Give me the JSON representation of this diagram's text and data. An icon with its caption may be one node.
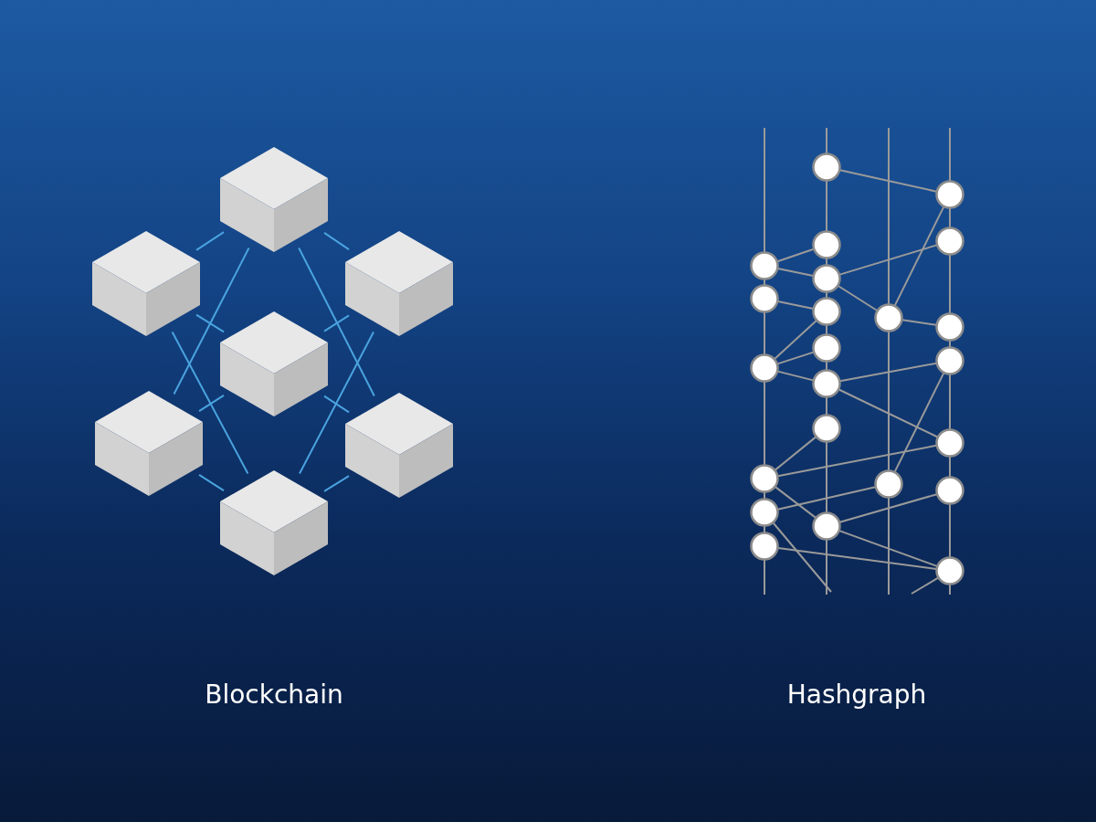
{
  "diagram": {
    "nodes": [
      {
        "text": [],
        "shape": "cube"
      },
      {
        "text": [],
        "shape": "cube"
      },
      {
        "text": [],
        "shape": "cube"
      },
      {
        "text": [],
        "shape": "cube"
      },
      {
        "text": [],
        "shape": "cube"
      },
      {
        "text": [],
        "shape": "cube"
      },
      {
        "text": [],
        "shape": "cube"
      },
      {
        "text": [],
        "shape": "circle"
      },
      {
        "text": [],
        "shape": "circle"
      },
      {
        "text": [],
        "shape": "circle"
      },
      {
        "text": [],
        "shape": "circle"
      },
      {
        "text": [],
        "shape": "circle"
      },
      {
        "text": [],
        "shape": "circle"
      },
      {
        "text": [],
        "shape": "circle"
      },
      {
        "text": [],
        "shape": "circle"
      },
      {
        "text": [],
        "shape": "circle"
      },
      {
        "text": [],
        "shape": "circle"
      },
      {
        "text": [],
        "shape": "circle"
      },
      {
        "text": [],
        "shape": "circle"
      },
      {
        "text": [],
        "shape": "circle"
      },
      {
        "text": [],
        "shape": "circle"
      },
      {
        "text": [],
        "shape": "circle"
      },
      {
        "text": [],
        "shape": "circle"
      },
      {
        "text": [],
        "shape": "circle"
      },
      {
        "text": [],
        "shape": "circle"
      },
      {
        "text": [],
        "shape": "circle"
      },
      {
        "text": [],
        "shape": "circle"
      },
      {
        "text": [],
        "shape": "circle"
      },
      {
        "text": [],
        "shape": "circle"
      },
      {
        "text": [],
        "shape": "circle"
      }
    ],
    "edges": [
      {
        "from": 0,
        "to": 1,
        "arrow": "none",
        "color": "#4aa3df"
      },
      {
        "from": 0,
        "to": 2,
        "arrow": "none",
        "color": "#4aa3df"
      },
      {
        "from": 0,
        "to": 4,
        "arrow": "none",
        "color": "#4aa3df"
      },
      {
        "from": 0,
        "to": 5,
        "arrow": "none",
        "color": "#4aa3df"
      },
      {
        "from": 1,
        "to": 3,
        "arrow": "none",
        "color": "#4aa3df"
      },
      {
        "from": 1,
        "to": 6,
        "arrow": "none",
        "color": "#4aa3df"
      },
      {
        "from": 2,
        "to": 3,
        "arrow": "none",
        "color": "#4aa3df"
      },
      {
        "from": 2,
        "to": 6,
        "arrow": "none",
        "color": "#4aa3df"
      },
      {
        "from": 3,
        "to": 4,
        "arrow": "none",
        "color": "#4aa3df"
      },
      {
        "from": 3,
        "to": 5,
        "arrow": "none",
        "color": "#4aa3df"
      },
      {
        "from": 4,
        "to": 6,
        "arrow": "none",
        "color": "#4aa3df"
      },
      {
        "from": 5,
        "to": 6,
        "arrow": "none",
        "color": "#4aa3df"
      },
      {
        "from": 13,
        "to": 23,
        "arrow": "none"
      },
      {
        "from": 7,
        "to": 14,
        "arrow": "none"
      },
      {
        "from": 7,
        "to": 15,
        "arrow": "none"
      },
      {
        "from": 15,
        "to": 24,
        "arrow": "none"
      },
      {
        "from": 15,
        "to": 21,
        "arrow": "none"
      },
      {
        "from": 8,
        "to": 16,
        "arrow": "none"
      },
      {
        "from": 21,
        "to": 23,
        "arrow": "none"
      },
      {
        "from": 21,
        "to": 25,
        "arrow": "none"
      },
      {
        "from": 9,
        "to": 16,
        "arrow": "none"
      },
      {
        "from": 9,
        "to": 17,
        "arrow": "none"
      },
      {
        "from": 9,
        "to": 18,
        "arrow": "none"
      },
      {
        "from": 18,
        "to": 26,
        "arrow": "none"
      },
      {
        "from": 18,
        "to": 27,
        "arrow": "none"
      },
      {
        "from": 19,
        "to": 10,
        "arrow": "none"
      },
      {
        "from": 10,
        "to": 27,
        "arrow": "none"
      },
      {
        "from": 22,
        "to": 26,
        "arrow": "none"
      },
      {
        "from": 11,
        "to": 22,
        "arrow": "none"
      },
      {
        "from": 10,
        "to": 20,
        "arrow": "none"
      },
      {
        "from": 20,
        "to": 28,
        "arrow": "none"
      },
      {
        "from": 20,
        "to": 29,
        "arrow": "none"
      },
      {
        "from": 12,
        "to": 29,
        "arrow": "none"
      },
      {
        "from": 11,
        "to": null,
        "arrow": "none"
      },
      {
        "from": 29,
        "to": null,
        "arrow": "none"
      },
      {
        "from": 7,
        "to": 8,
        "arrow": "none"
      },
      {
        "from": 8,
        "to": 9,
        "arrow": "none"
      },
      {
        "from": 9,
        "to": 10,
        "arrow": "none"
      },
      {
        "from": 10,
        "to": 11,
        "arrow": "none"
      },
      {
        "from": 11,
        "to": 12,
        "arrow": "none"
      },
      {
        "from": 13,
        "to": 14,
        "arrow": "none"
      },
      {
        "from": 14,
        "to": 15,
        "arrow": "none"
      },
      {
        "from": 15,
        "to": 16,
        "arrow": "none"
      },
      {
        "from": 16,
        "to": 17,
        "arrow": "none"
      },
      {
        "from": 17,
        "to": 18,
        "arrow": "none"
      },
      {
        "from": 18,
        "to": 19,
        "arrow": "none"
      },
      {
        "from": 19,
        "to": 20,
        "arrow": "none"
      },
      {
        "from": 21,
        "to": 22,
        "arrow": "none"
      },
      {
        "from": 23,
        "to": 24,
        "arrow": "none"
      },
      {
        "from": 24,
        "to": 25,
        "arrow": "none"
      },
      {
        "from": 25,
        "to": 26,
        "arrow": "none"
      },
      {
        "from": 26,
        "to": 27,
        "arrow": "none"
      },
      {
        "from": 27,
        "to": 28,
        "arrow": "none"
      },
      {
        "from": 28,
        "to": 29,
        "arrow": "none"
      },
      {
        "from": null,
        "to": 7,
        "arrow": "none"
      },
      {
        "from": null,
        "to": 13,
        "arrow": "none"
      },
      {
        "from": null,
        "to": 21,
        "arrow": "none"
      },
      {
        "from": null,
        "to": 23,
        "arrow": "none"
      },
      {
        "from": 12,
        "to": null,
        "arrow": "none"
      },
      {
        "from": 20,
        "to": null,
        "arrow": "none"
      },
      {
        "from": 22,
        "to": null,
        "arrow": "none"
      },
      {
        "from": 29,
        "to": null,
        "arrow": "none"
      }
    ],
    "labels": [
      "Blockchain",
      "Hashgraph"
    ]
  }
}
